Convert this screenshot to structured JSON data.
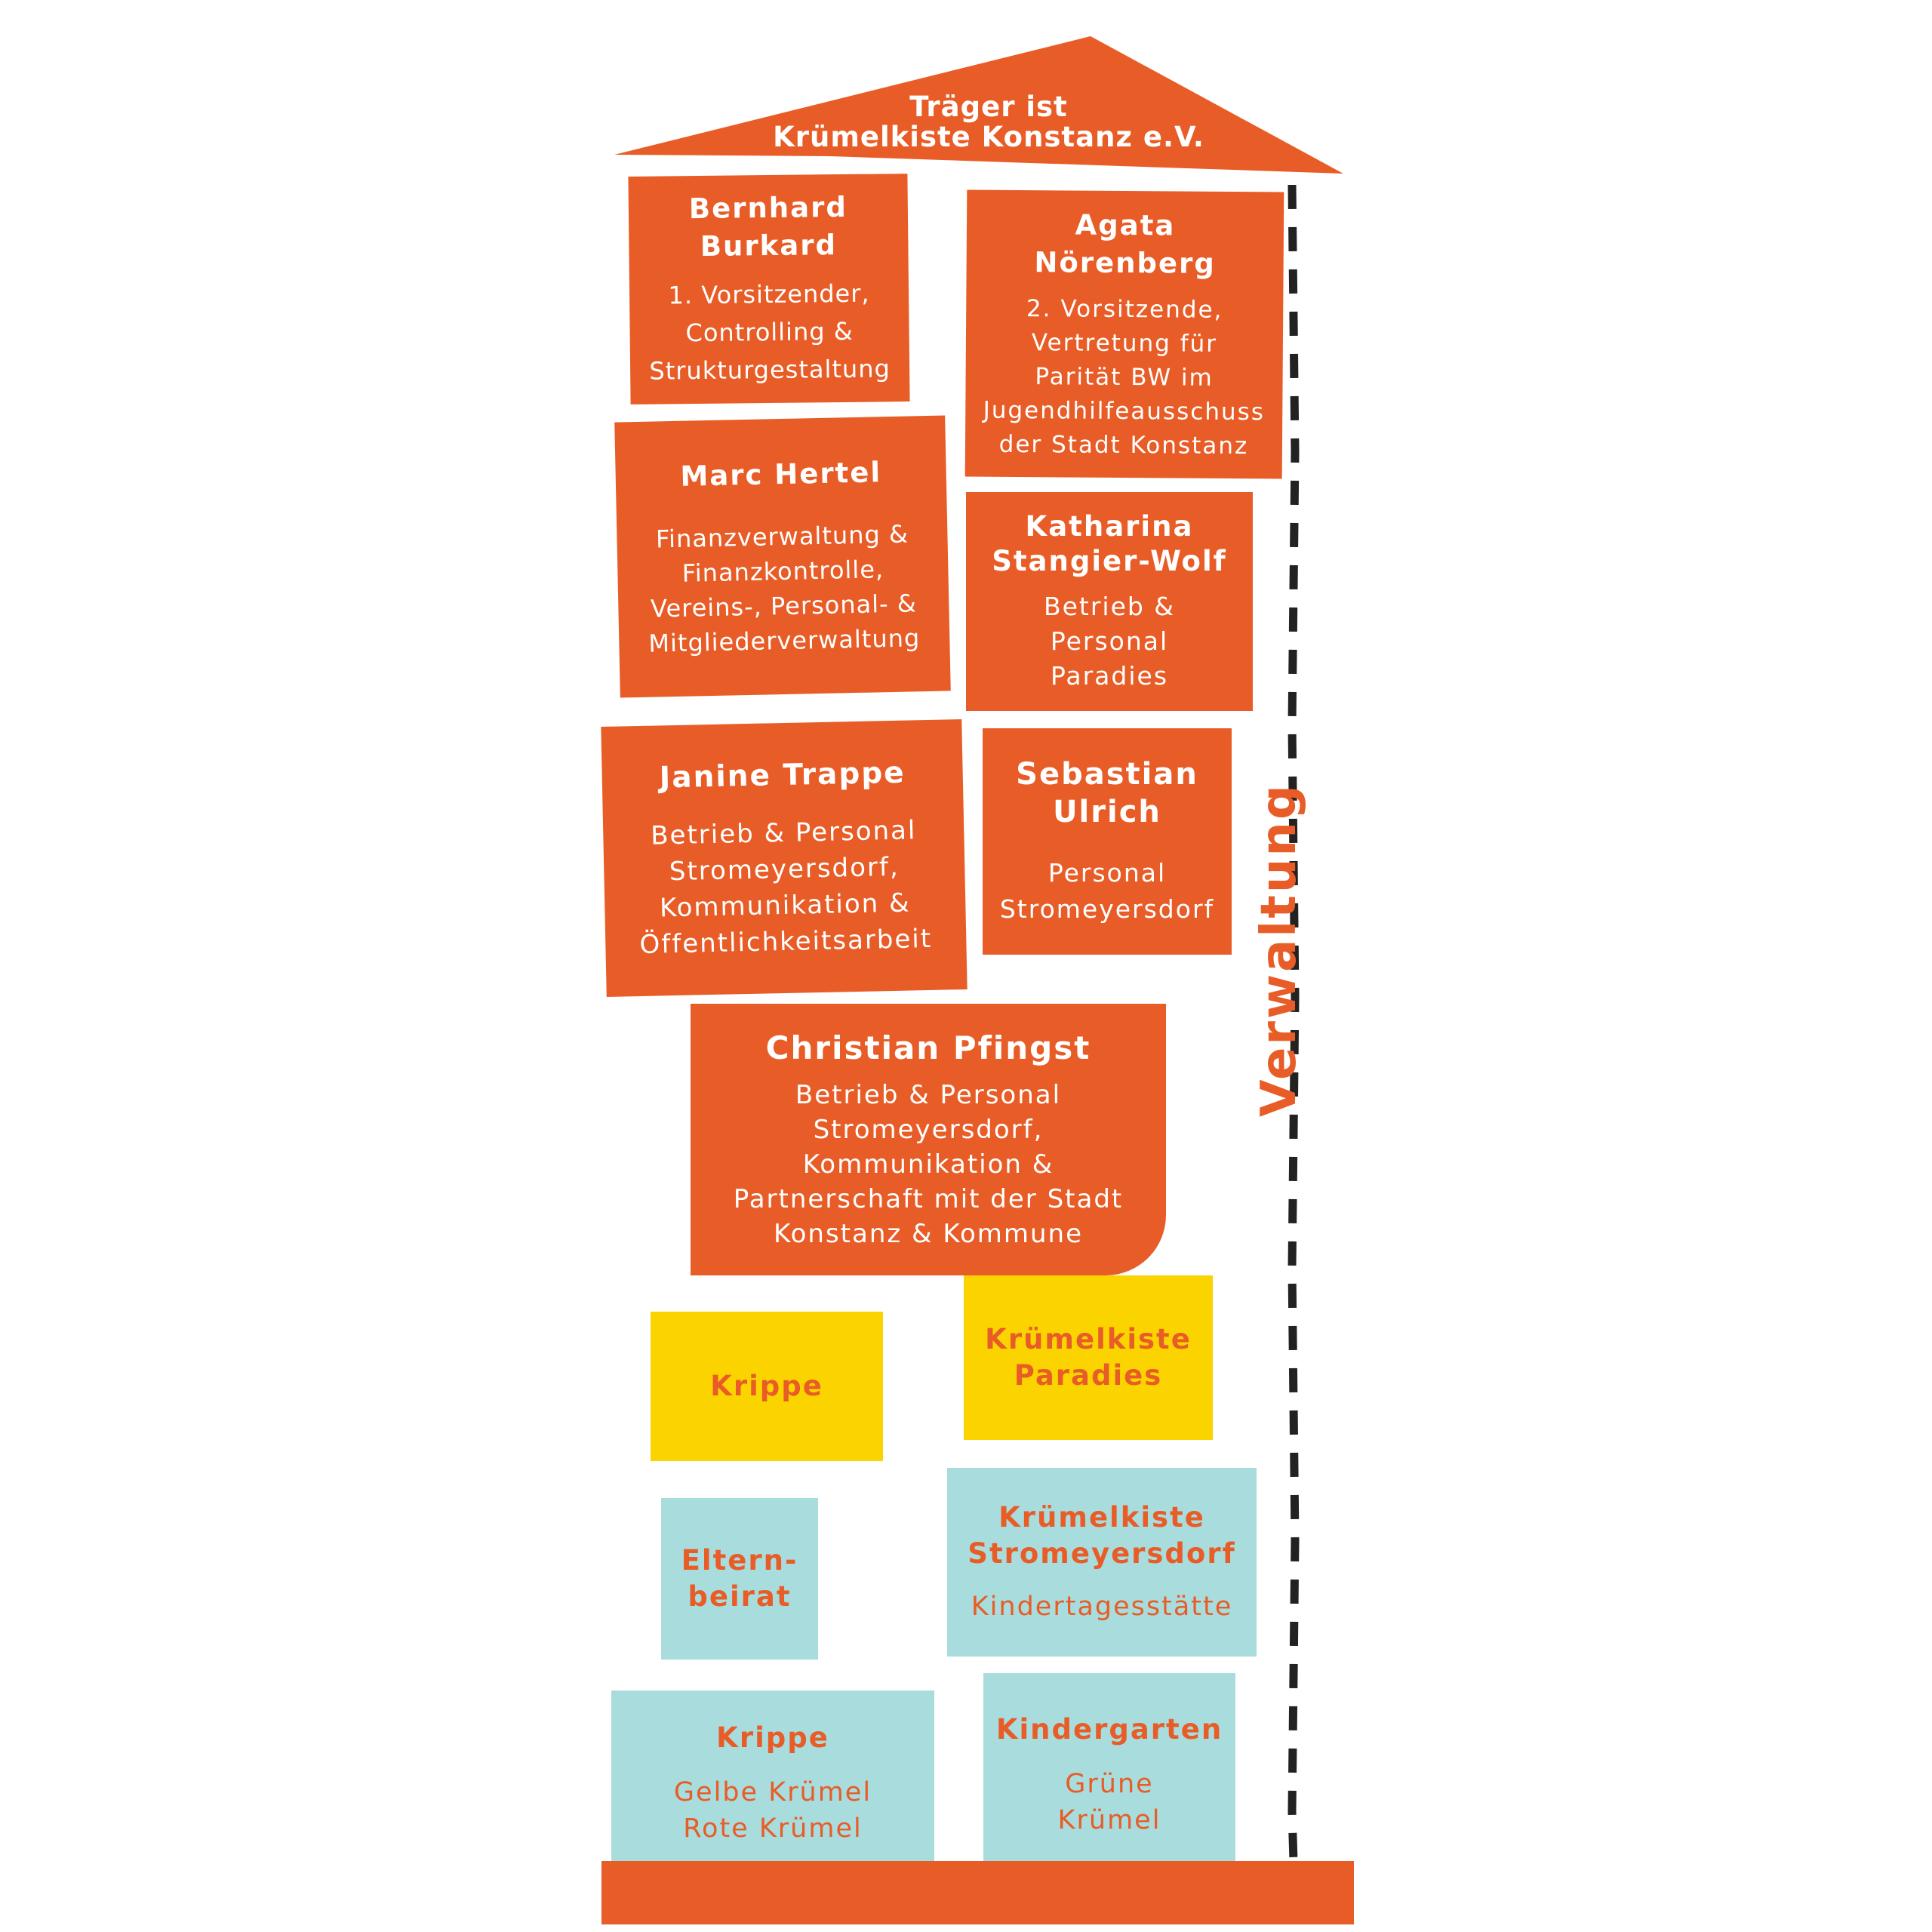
{
  "roof": {
    "line1": "Träger ist",
    "line2": "Krümelkiste Konstanz e.V.",
    "color": "#e85d27"
  },
  "colors": {
    "orange": "#e85d27",
    "yellow": "#fbd400",
    "blue": "#a9dcdd",
    "dash": "#222222"
  },
  "side_label": "Verwaltung",
  "boxes": {
    "burkard": {
      "name": "Bernhard\nBurkard",
      "role": "1. Vorsitzender,\nControlling &\nStrukturgestaltung"
    },
    "norenberg": {
      "name": "Agata\nNörenberg",
      "role": "2. Vorsitzende,\nVertretung für\nParität BW im\nJugendhilfeausschuss\nder Stadt Konstanz"
    },
    "hertel": {
      "name": "Marc Hertel",
      "role": "Finanzverwaltung &\nFinanzkontrolle,\nVereins-, Personal- &\nMitgliederverwaltung"
    },
    "stangier": {
      "name": "Katharina\nStangier-Wolf",
      "role": "Betrieb &\nPersonal\nParadies"
    },
    "trappe": {
      "name": "Janine Trappe",
      "role": "Betrieb & Personal\nStromeyersdorf,\nKommunikation &\nÖffentlichkeitsarbeit"
    },
    "ulrich": {
      "name": "Sebastian\nUlrich",
      "role": "Personal\nStromeyersdorf"
    },
    "pfingst": {
      "name": "Christian Pfingst",
      "role": "Betrieb & Personal\nStromeyersdorf,\nKommunikation &\nPartnerschaft mit der Stadt\nKonstanz & Kommune"
    },
    "krippe_yellow": {
      "name": "Krippe"
    },
    "paradies": {
      "name": "Krümelkiste\nParadies"
    },
    "elternbeirat": {
      "name": "Eltern-\nbeirat"
    },
    "stromeyersdorf": {
      "name": "Krümelkiste\nStromeyersdorf",
      "role": "Kindertagesstätte"
    },
    "krippe_blue": {
      "name": "Krippe",
      "role": "Gelbe Krümel\nRote Krümel"
    },
    "kindergarten": {
      "name": "Kindergarten",
      "role": "Grüne\nKrümel"
    }
  }
}
